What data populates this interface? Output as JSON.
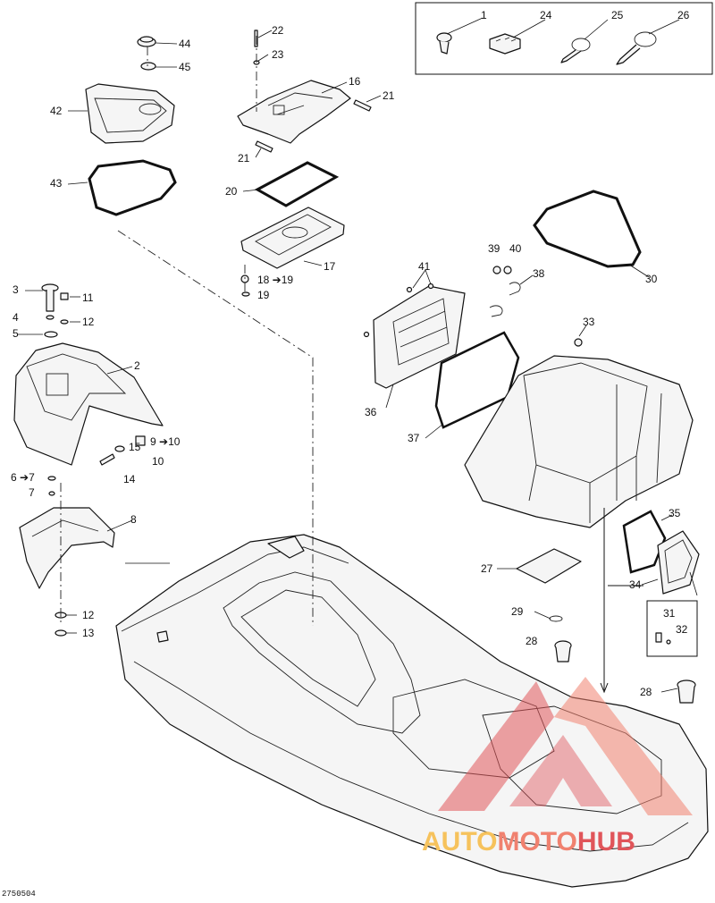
{
  "diagram": {
    "reference_code": "2750504",
    "callouts": [
      {
        "id": "c1",
        "text": "1"
      },
      {
        "id": "c24",
        "text": "24"
      },
      {
        "id": "c25",
        "text": "25"
      },
      {
        "id": "c26",
        "text": "26"
      },
      {
        "id": "c44",
        "text": "44"
      },
      {
        "id": "c45",
        "text": "45"
      },
      {
        "id": "c22",
        "text": "22"
      },
      {
        "id": "c23",
        "text": "23"
      },
      {
        "id": "c16",
        "text": "16"
      },
      {
        "id": "c21a",
        "text": "21"
      },
      {
        "id": "c21b",
        "text": "21"
      },
      {
        "id": "c42",
        "text": "42"
      },
      {
        "id": "c43",
        "text": "43"
      },
      {
        "id": "c20",
        "text": "20"
      },
      {
        "id": "c17",
        "text": "17"
      },
      {
        "id": "c18",
        "text": "18 ➔19"
      },
      {
        "id": "c19",
        "text": "19"
      },
      {
        "id": "c30",
        "text": "30"
      },
      {
        "id": "c39",
        "text": "39"
      },
      {
        "id": "c40",
        "text": "40"
      },
      {
        "id": "c41",
        "text": "41"
      },
      {
        "id": "c38",
        "text": "38"
      },
      {
        "id": "c33",
        "text": "33"
      },
      {
        "id": "c36",
        "text": "36"
      },
      {
        "id": "c37",
        "text": "37"
      },
      {
        "id": "c3",
        "text": "3"
      },
      {
        "id": "c11",
        "text": "11"
      },
      {
        "id": "c4",
        "text": "4"
      },
      {
        "id": "c12a",
        "text": "12"
      },
      {
        "id": "c5",
        "text": "5"
      },
      {
        "id": "c2",
        "text": "2"
      },
      {
        "id": "c9",
        "text": "9 ➔10"
      },
      {
        "id": "c10",
        "text": "10"
      },
      {
        "id": "c15",
        "text": "15"
      },
      {
        "id": "c14",
        "text": "14"
      },
      {
        "id": "c6",
        "text": "6 ➔7"
      },
      {
        "id": "c7",
        "text": "7"
      },
      {
        "id": "c8",
        "text": "8"
      },
      {
        "id": "c12b",
        "text": "12"
      },
      {
        "id": "c13",
        "text": "13"
      },
      {
        "id": "c35",
        "text": "35"
      },
      {
        "id": "c34",
        "text": "34"
      },
      {
        "id": "c27",
        "text": "27"
      },
      {
        "id": "c31",
        "text": "31"
      },
      {
        "id": "c32",
        "text": "32"
      },
      {
        "id": "c29",
        "text": "29"
      },
      {
        "id": "c28a",
        "text": "28"
      },
      {
        "id": "c28b",
        "text": "28"
      }
    ]
  },
  "watermark": {
    "part1": "AUTO",
    "part2": "MOTO",
    "part3": "HUB",
    "colors": {
      "gold": "#f6c25c",
      "salmon": "#f0816f",
      "red": "#e0555a"
    }
  }
}
